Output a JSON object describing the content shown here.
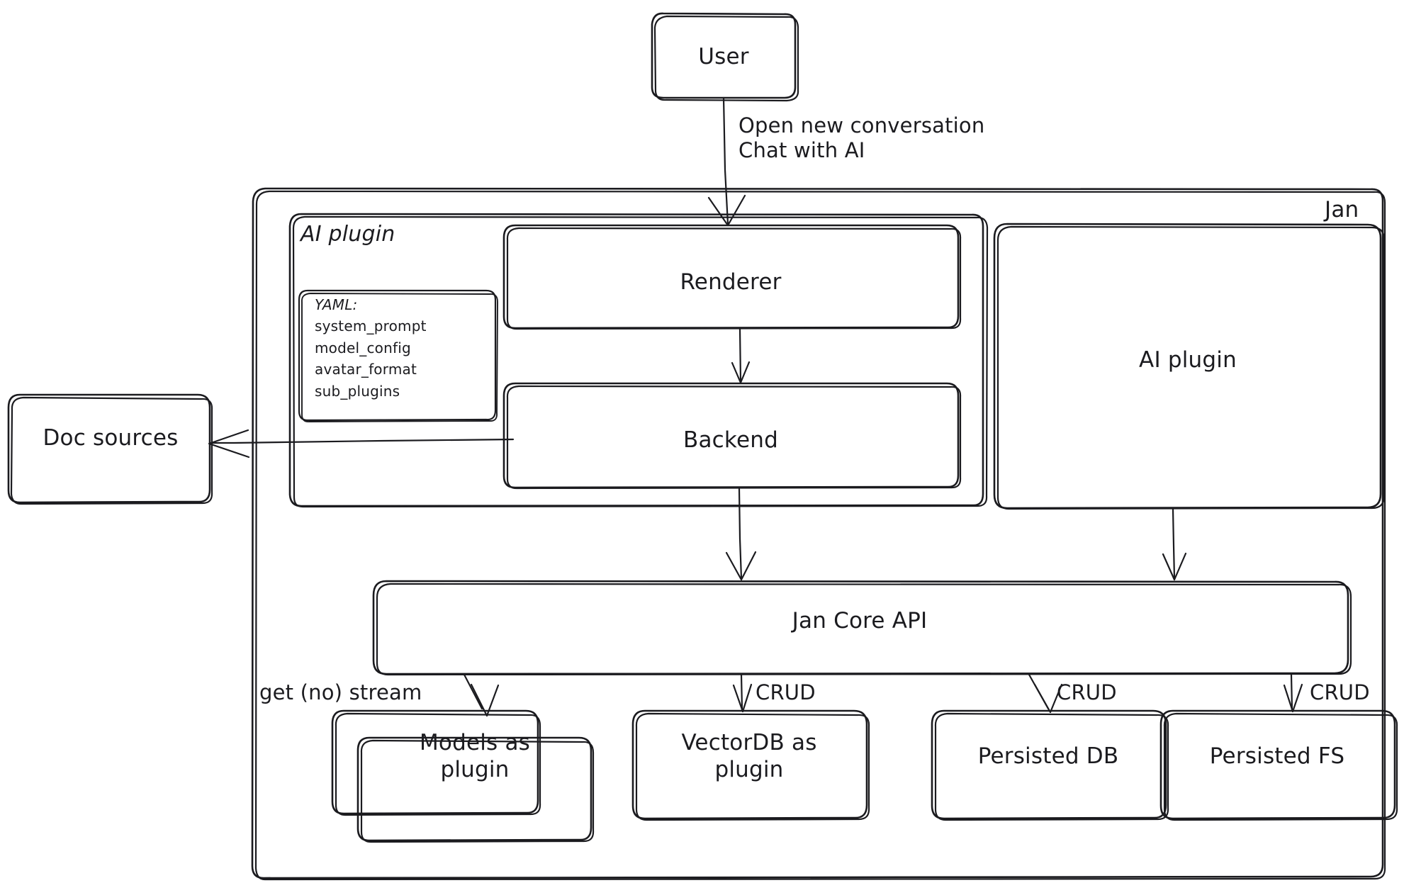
{
  "diagram": {
    "type": "architecture-flowchart",
    "style": "hand-drawn",
    "title_visible": false,
    "stroke_color": "#1b1b1f",
    "fill_color": "#ffffff",
    "background": "#ffffff"
  },
  "nodes": {
    "user": {
      "label": "User"
    },
    "jan_container": {
      "label": "Jan"
    },
    "ai_plugin_group": {
      "label": "AI plugin"
    },
    "renderer": {
      "label": "Renderer"
    },
    "backend": {
      "label": "Backend"
    },
    "ai_plugin_box": {
      "label": "AI plugin"
    },
    "doc_sources": {
      "label": "Doc sources"
    },
    "jan_core_api": {
      "label": "Jan Core API"
    },
    "models_as_plugin": {
      "label": "Models as\nplugin"
    },
    "vectordb_as_plugin": {
      "label": "VectorDB as\nplugin"
    },
    "persisted_db": {
      "label": "Persisted DB"
    },
    "persisted_fs": {
      "label": "Persisted FS"
    }
  },
  "yaml_card": {
    "header": "YAML:",
    "keys": [
      "system_prompt",
      "model_config",
      "avatar_format",
      "sub_plugins"
    ]
  },
  "edge_labels": {
    "user_to_renderer": "Open new conversation\nChat with AI",
    "core_to_models": "get (no) stream",
    "core_to_vectordb": "CRUD",
    "core_to_persisted_db": "CRUD",
    "core_to_persisted_fs": "CRUD"
  },
  "edges": [
    {
      "from": "user",
      "to": "renderer",
      "label": "Open new conversation / Chat with AI"
    },
    {
      "from": "renderer",
      "to": "backend",
      "label": ""
    },
    {
      "from": "backend",
      "to": "doc_sources",
      "label": ""
    },
    {
      "from": "backend",
      "to": "jan_core_api",
      "label": ""
    },
    {
      "from": "ai_plugin_box",
      "to": "jan_core_api",
      "label": ""
    },
    {
      "from": "jan_core_api",
      "to": "models_as_plugin",
      "label": "get (no) stream"
    },
    {
      "from": "jan_core_api",
      "to": "vectordb_as_plugin",
      "label": "CRUD"
    },
    {
      "from": "jan_core_api",
      "to": "persisted_db",
      "label": "CRUD"
    },
    {
      "from": "jan_core_api",
      "to": "persisted_fs",
      "label": "CRUD"
    }
  ]
}
